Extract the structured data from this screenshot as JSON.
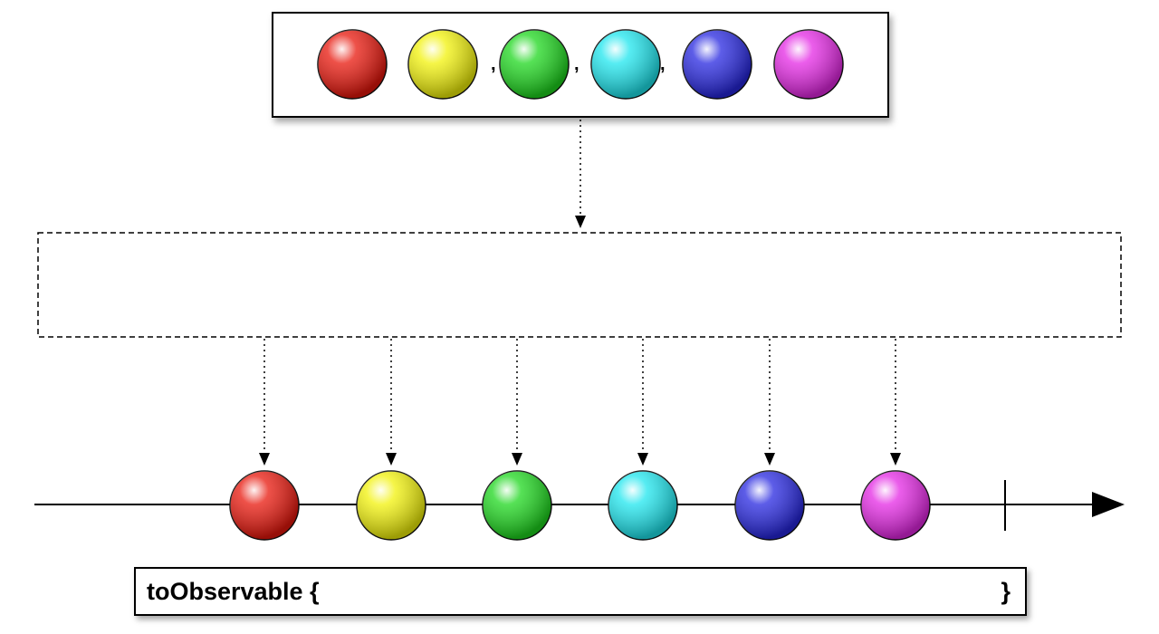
{
  "operator": {
    "open": "toObservable {",
    "close": "}"
  },
  "source_items": [
    {
      "color": "red",
      "fill": "#e8170c"
    },
    {
      "color": "yellow",
      "fill": "#f2f20a"
    },
    {
      "color": "green",
      "fill": "#1ed71e"
    },
    {
      "color": "cyan",
      "fill": "#1ee6ee"
    },
    {
      "color": "blue",
      "fill": "#2727e0"
    },
    {
      "color": "magenta",
      "fill": "#e428e4"
    }
  ],
  "separators": [
    ",",
    ",",
    ","
  ],
  "emitted_items": [
    {
      "color": "red",
      "fill": "#e8170c"
    },
    {
      "color": "yellow",
      "fill": "#f2f20a"
    },
    {
      "color": "green",
      "fill": "#1ed71e"
    },
    {
      "color": "cyan",
      "fill": "#1ee6ee"
    },
    {
      "color": "blue",
      "fill": "#2727e0"
    },
    {
      "color": "magenta",
      "fill": "#e428e4"
    }
  ]
}
